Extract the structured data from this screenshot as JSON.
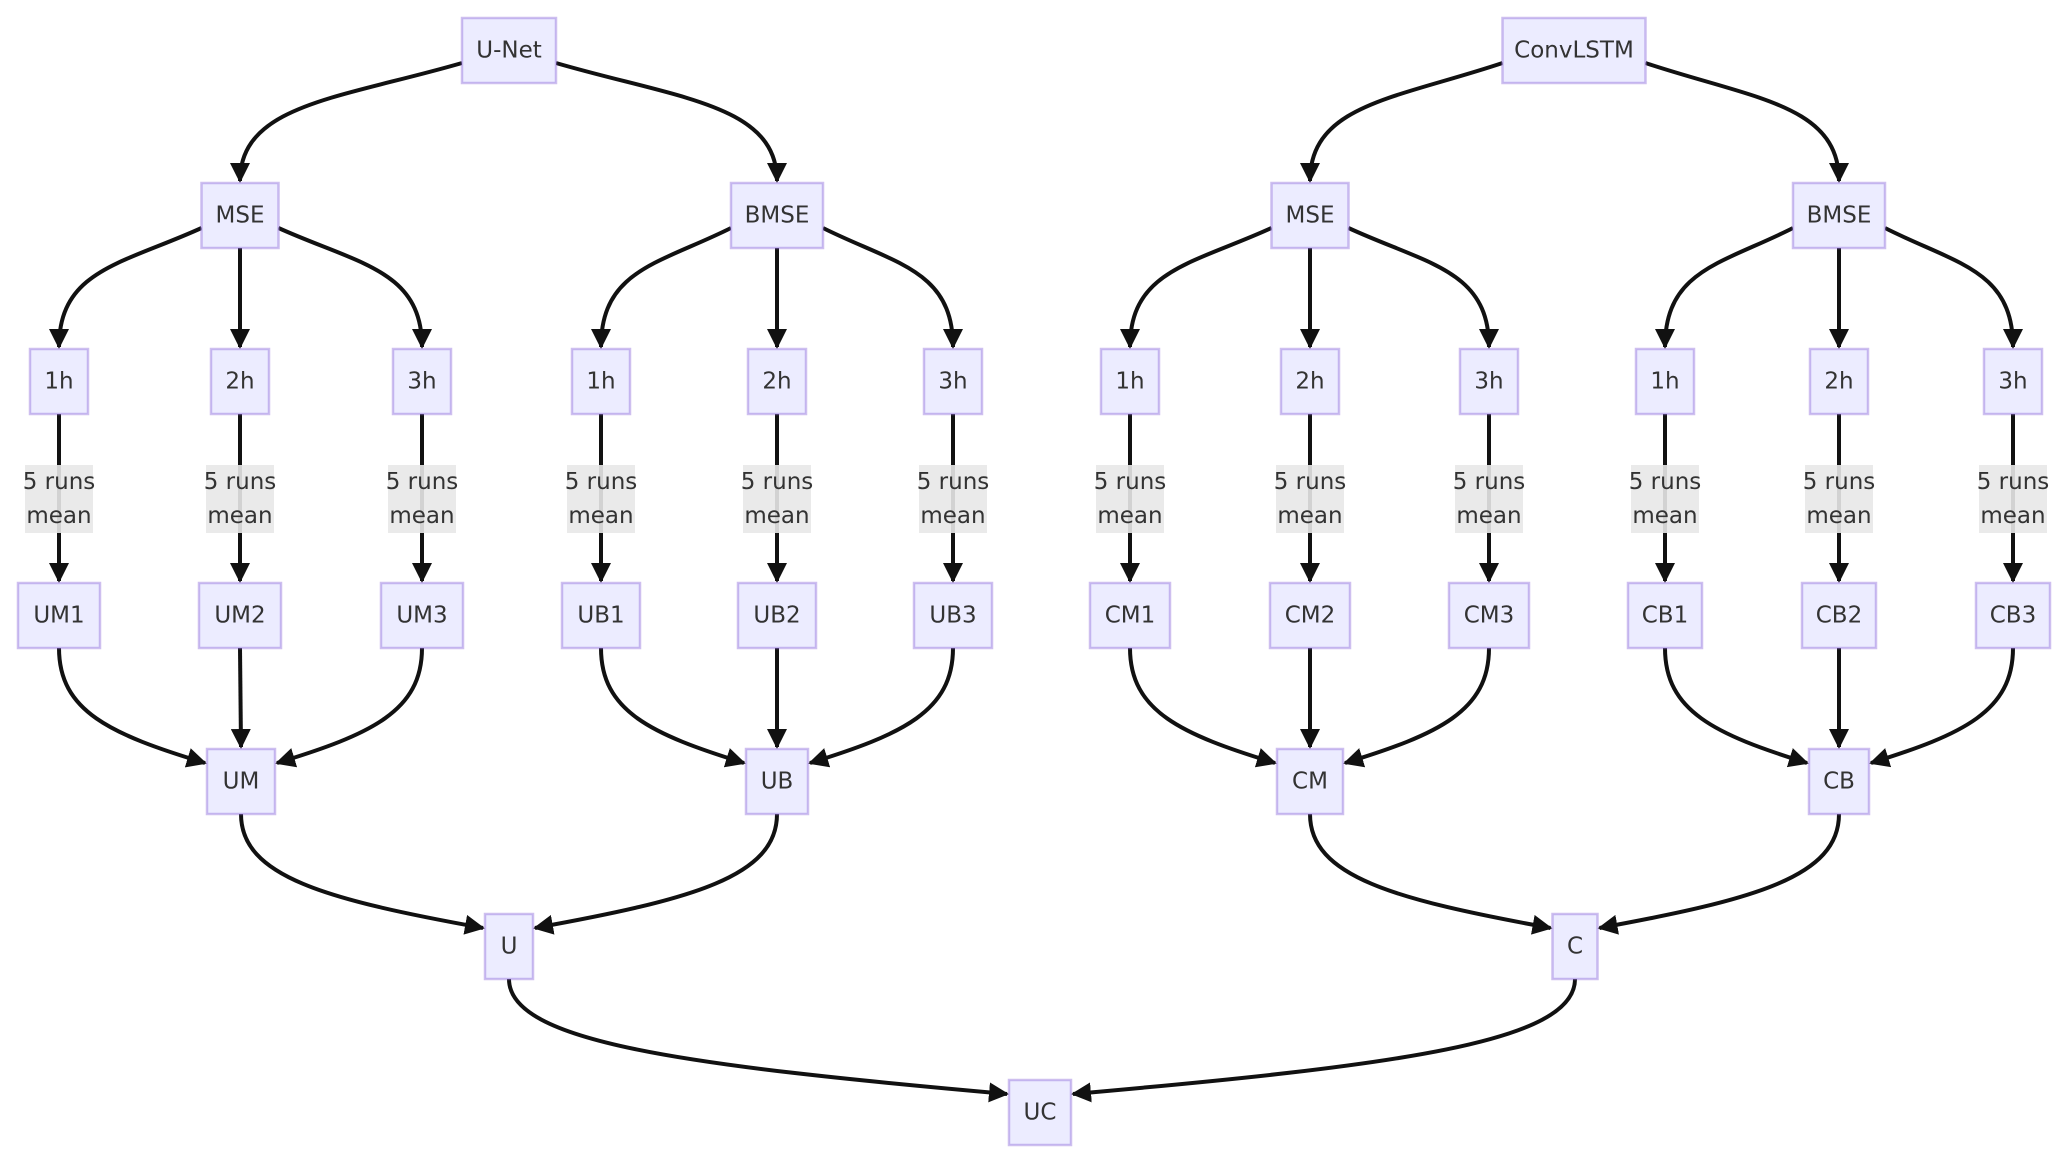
{
  "diagram": {
    "type": "flowchart",
    "direction": "top-down",
    "colors": {
      "node_fill": "#ececff",
      "node_border": "#c3c3f5",
      "edge": "#111111",
      "label_bg": "#e8e8e8",
      "text": "#333333"
    },
    "edge_label": [
      "5 runs",
      "mean"
    ],
    "nodes": [
      {
        "id": "unet",
        "label": "U-Net"
      },
      {
        "id": "convlstm",
        "label": "ConvLSTM"
      },
      {
        "id": "u_mse",
        "label": "MSE"
      },
      {
        "id": "u_bmse",
        "label": "BMSE"
      },
      {
        "id": "c_mse",
        "label": "MSE"
      },
      {
        "id": "c_bmse",
        "label": "BMSE"
      },
      {
        "id": "um_1h",
        "label": "1h"
      },
      {
        "id": "um_2h",
        "label": "2h"
      },
      {
        "id": "um_3h",
        "label": "3h"
      },
      {
        "id": "ub_1h",
        "label": "1h"
      },
      {
        "id": "ub_2h",
        "label": "2h"
      },
      {
        "id": "ub_3h",
        "label": "3h"
      },
      {
        "id": "cm_1h",
        "label": "1h"
      },
      {
        "id": "cm_2h",
        "label": "2h"
      },
      {
        "id": "cm_3h",
        "label": "3h"
      },
      {
        "id": "cb_1h",
        "label": "1h"
      },
      {
        "id": "cb_2h",
        "label": "2h"
      },
      {
        "id": "cb_3h",
        "label": "3h"
      },
      {
        "id": "UM1",
        "label": "UM1"
      },
      {
        "id": "UM2",
        "label": "UM2"
      },
      {
        "id": "UM3",
        "label": "UM3"
      },
      {
        "id": "UB1",
        "label": "UB1"
      },
      {
        "id": "UB2",
        "label": "UB2"
      },
      {
        "id": "UB3",
        "label": "UB3"
      },
      {
        "id": "CM1",
        "label": "CM1"
      },
      {
        "id": "CM2",
        "label": "CM2"
      },
      {
        "id": "CM3",
        "label": "CM3"
      },
      {
        "id": "CB1",
        "label": "CB1"
      },
      {
        "id": "CB2",
        "label": "CB2"
      },
      {
        "id": "CB3",
        "label": "CB3"
      },
      {
        "id": "UM",
        "label": "UM"
      },
      {
        "id": "UB",
        "label": "UB"
      },
      {
        "id": "CM",
        "label": "CM"
      },
      {
        "id": "CB",
        "label": "CB"
      },
      {
        "id": "U",
        "label": "U"
      },
      {
        "id": "C",
        "label": "C"
      },
      {
        "id": "UC",
        "label": "UC"
      }
    ],
    "edges": [
      {
        "from": "unet",
        "to": "u_mse"
      },
      {
        "from": "unet",
        "to": "u_bmse"
      },
      {
        "from": "convlstm",
        "to": "c_mse"
      },
      {
        "from": "convlstm",
        "to": "c_bmse"
      },
      {
        "from": "u_mse",
        "to": "um_1h"
      },
      {
        "from": "u_mse",
        "to": "um_2h"
      },
      {
        "from": "u_mse",
        "to": "um_3h"
      },
      {
        "from": "u_bmse",
        "to": "ub_1h"
      },
      {
        "from": "u_bmse",
        "to": "ub_2h"
      },
      {
        "from": "u_bmse",
        "to": "ub_3h"
      },
      {
        "from": "c_mse",
        "to": "cm_1h"
      },
      {
        "from": "c_mse",
        "to": "cm_2h"
      },
      {
        "from": "c_mse",
        "to": "cm_3h"
      },
      {
        "from": "c_bmse",
        "to": "cb_1h"
      },
      {
        "from": "c_bmse",
        "to": "cb_2h"
      },
      {
        "from": "c_bmse",
        "to": "cb_3h"
      },
      {
        "from": "um_1h",
        "to": "UM1",
        "label": true
      },
      {
        "from": "um_2h",
        "to": "UM2",
        "label": true
      },
      {
        "from": "um_3h",
        "to": "UM3",
        "label": true
      },
      {
        "from": "ub_1h",
        "to": "UB1",
        "label": true
      },
      {
        "from": "ub_2h",
        "to": "UB2",
        "label": true
      },
      {
        "from": "ub_3h",
        "to": "UB3",
        "label": true
      },
      {
        "from": "cm_1h",
        "to": "CM1",
        "label": true
      },
      {
        "from": "cm_2h",
        "to": "CM2",
        "label": true
      },
      {
        "from": "cm_3h",
        "to": "CM3",
        "label": true
      },
      {
        "from": "cb_1h",
        "to": "CB1",
        "label": true
      },
      {
        "from": "cb_2h",
        "to": "CB2",
        "label": true
      },
      {
        "from": "cb_3h",
        "to": "CB3",
        "label": true
      },
      {
        "from": "UM1",
        "to": "UM"
      },
      {
        "from": "UM2",
        "to": "UM"
      },
      {
        "from": "UM3",
        "to": "UM"
      },
      {
        "from": "UB1",
        "to": "UB"
      },
      {
        "from": "UB2",
        "to": "UB"
      },
      {
        "from": "UB3",
        "to": "UB"
      },
      {
        "from": "CM1",
        "to": "CM"
      },
      {
        "from": "CM2",
        "to": "CM"
      },
      {
        "from": "CM3",
        "to": "CM"
      },
      {
        "from": "CB1",
        "to": "CB"
      },
      {
        "from": "CB2",
        "to": "CB"
      },
      {
        "from": "CB3",
        "to": "CB"
      },
      {
        "from": "UM",
        "to": "U"
      },
      {
        "from": "UB",
        "to": "U"
      },
      {
        "from": "CM",
        "to": "C"
      },
      {
        "from": "CB",
        "to": "C"
      },
      {
        "from": "U",
        "to": "UC"
      },
      {
        "from": "C",
        "to": "UC"
      }
    ]
  }
}
